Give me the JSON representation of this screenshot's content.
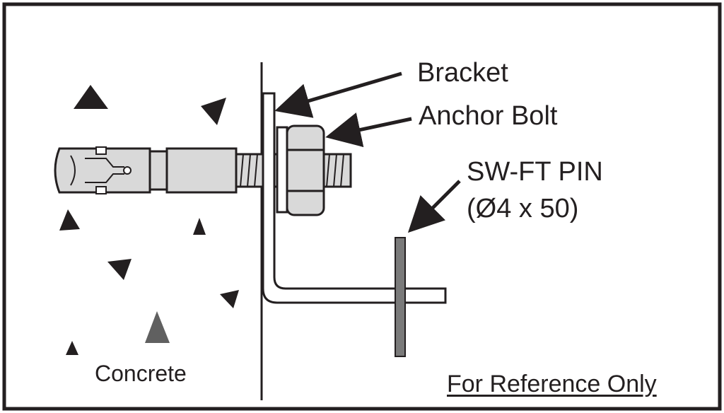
{
  "labels": {
    "bracket": "Bracket",
    "anchor_bolt": "Anchor Bolt",
    "pin_name": "SW-FT PIN",
    "pin_size": "(Ø4 x 50)",
    "concrete": "Concrete",
    "reference": "For Reference Only"
  },
  "colors": {
    "line": "#231f20",
    "bolt_fill": "#d9d9d9",
    "pin_fill": "#7a7a7a",
    "aggregate_grey": "#606060"
  }
}
